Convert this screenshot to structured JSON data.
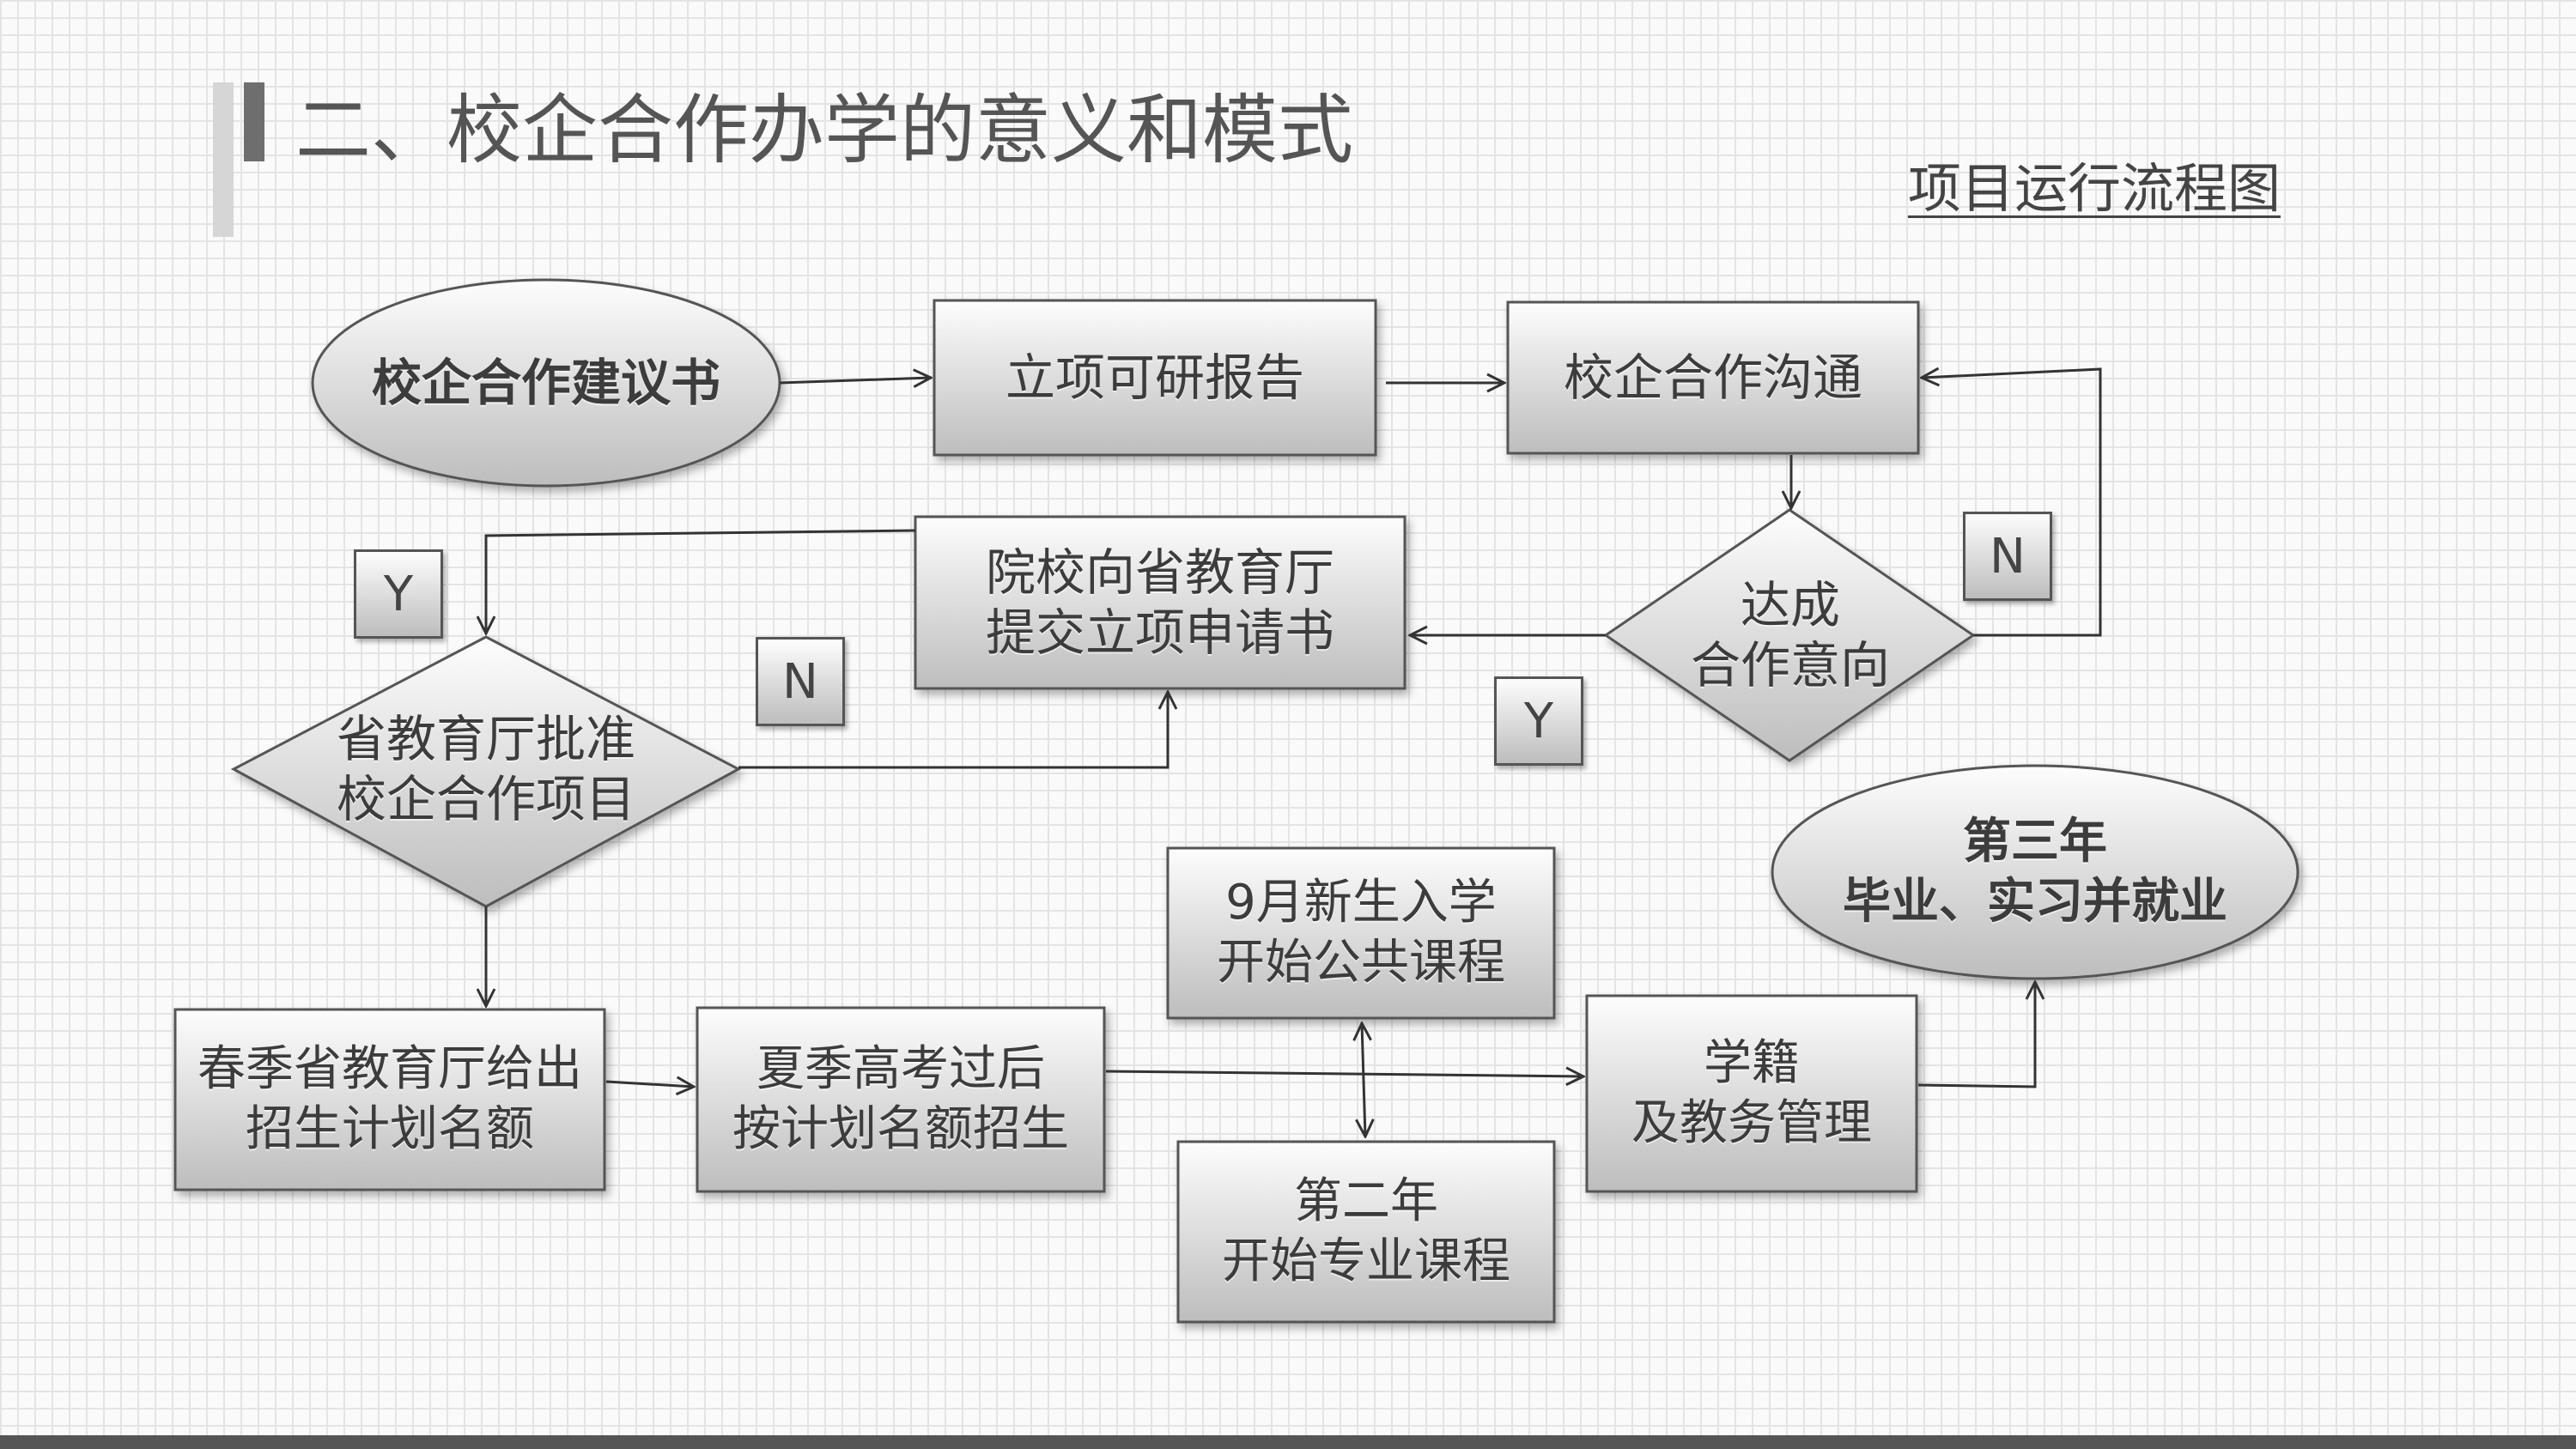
{
  "header": {
    "title": "二、校企合作办学的意义和模式",
    "subtitle": "项目运行流程图"
  },
  "diagram": {
    "nodes": {
      "proposal": "校企合作建议书",
      "feasibility_report": "立项可研报告",
      "communication": "校企合作沟通",
      "agreement": "达成\n合作意向",
      "application": "院校向省教育厅\n提交立项申请书",
      "approval": "省教育厅批准\n校企合作项目",
      "quota": "春季省教育厅给出\n招生计划名额",
      "enrollment": "夏季高考过后\n按计划名额招生",
      "public_courses": "9月新生入学\n开始公共课程",
      "major_courses": "第二年\n开始专业课程",
      "records": "学籍\n及教务管理",
      "graduation": "第三年\n毕业、实习并就业"
    },
    "tags": {
      "agreement_yes": "Y",
      "agreement_no": "N",
      "approval_yes": "Y",
      "approval_no": "N"
    }
  },
  "colors": {
    "shape_border": "#555555",
    "shape_fill_top": "#fdfdfd",
    "shape_fill_bottom": "#bdbdbd",
    "text": "#3c3c3c",
    "connector": "#333333"
  }
}
